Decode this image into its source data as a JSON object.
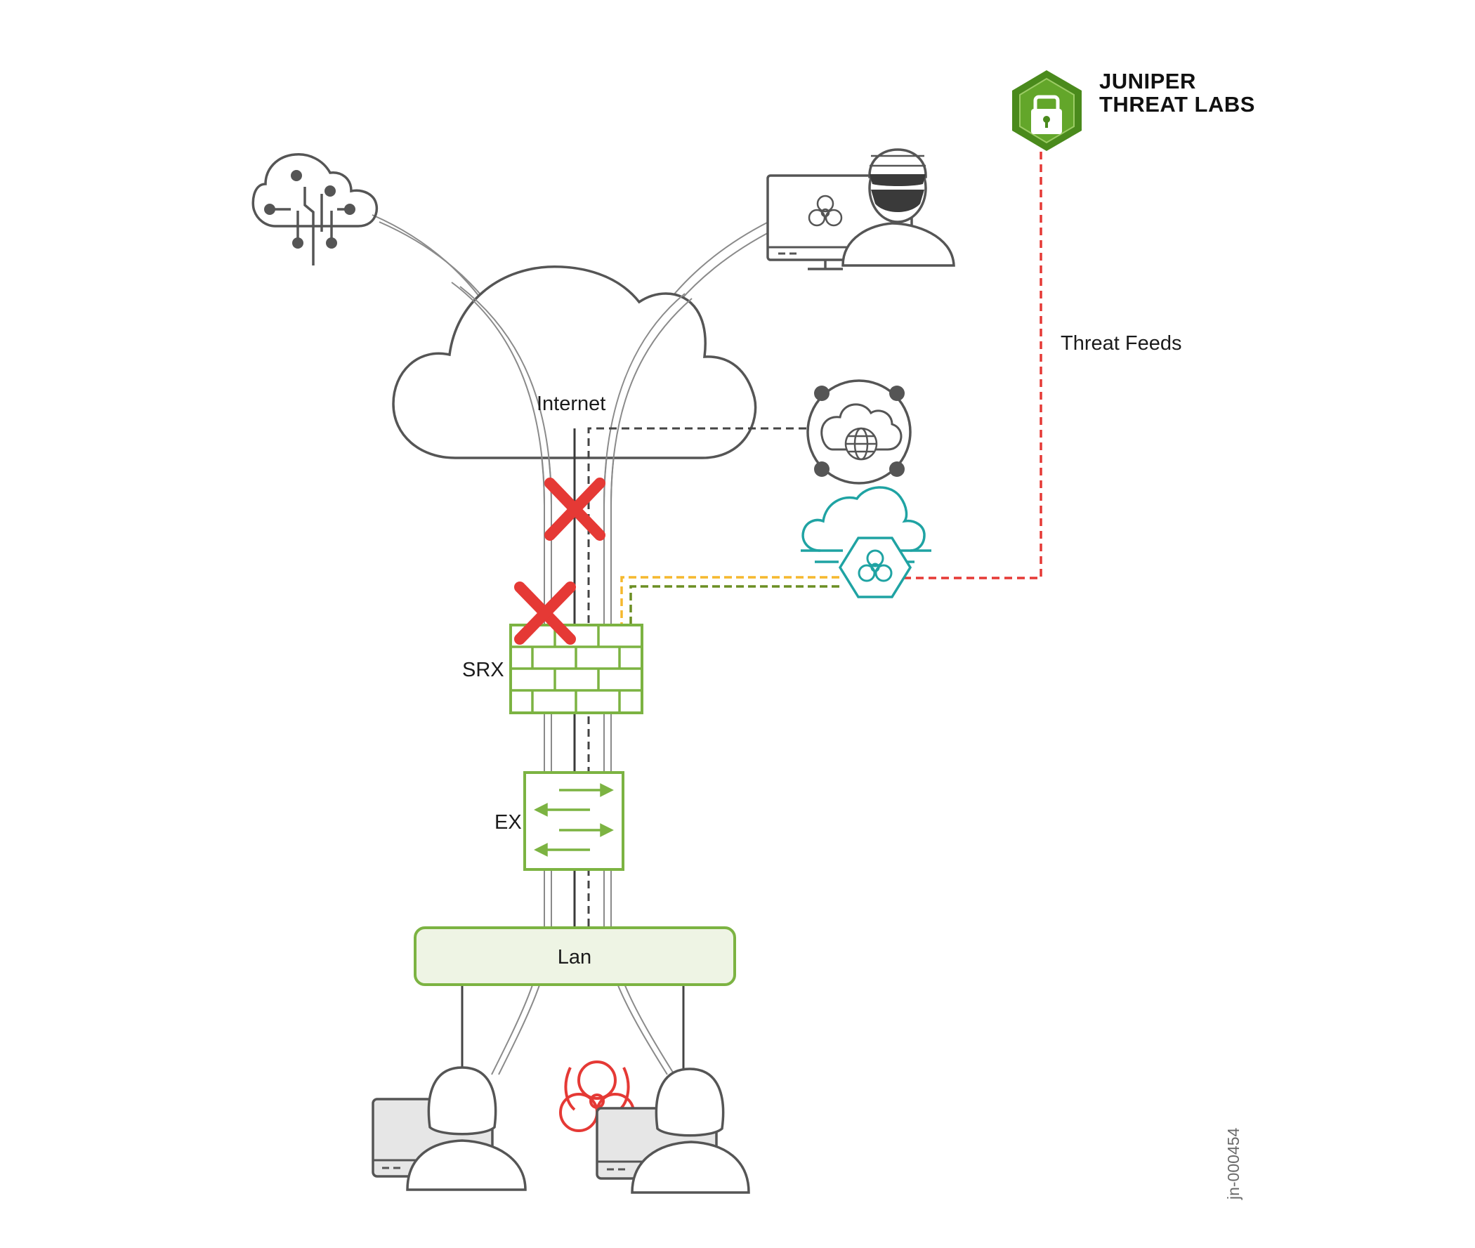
{
  "labels": {
    "internet": "Internet",
    "srx": "SRX",
    "ex": "EX",
    "lan": "Lan",
    "threat_feeds": "Threat Feeds",
    "brand_line1": "JUNIPER",
    "brand_line2": "THREAT LABS",
    "diagram_id": "jn-000454"
  },
  "colors": {
    "outline": "#555555",
    "device_green": "#7cb342",
    "lan_fill": "#eef4e4",
    "block_red": "#e53935",
    "cloud_teal": "#1fa3a3",
    "feed_red": "#e53935",
    "link_yellow": "#f5b82e",
    "link_green": "#6b8e23",
    "brand_green": "#4a8a1c"
  },
  "icons": {
    "ai_brain": "circuit-cloud-icon",
    "attacker": "hacker-at-computer-icon",
    "dns": "cloud-globe-network-icon",
    "sandbox": "biohazard-cloud-icon",
    "brand": "hexagon-lock-icon",
    "blocked": "red-x-icon",
    "malware": "biohazard-icon",
    "user": "user-at-laptop-icon"
  }
}
